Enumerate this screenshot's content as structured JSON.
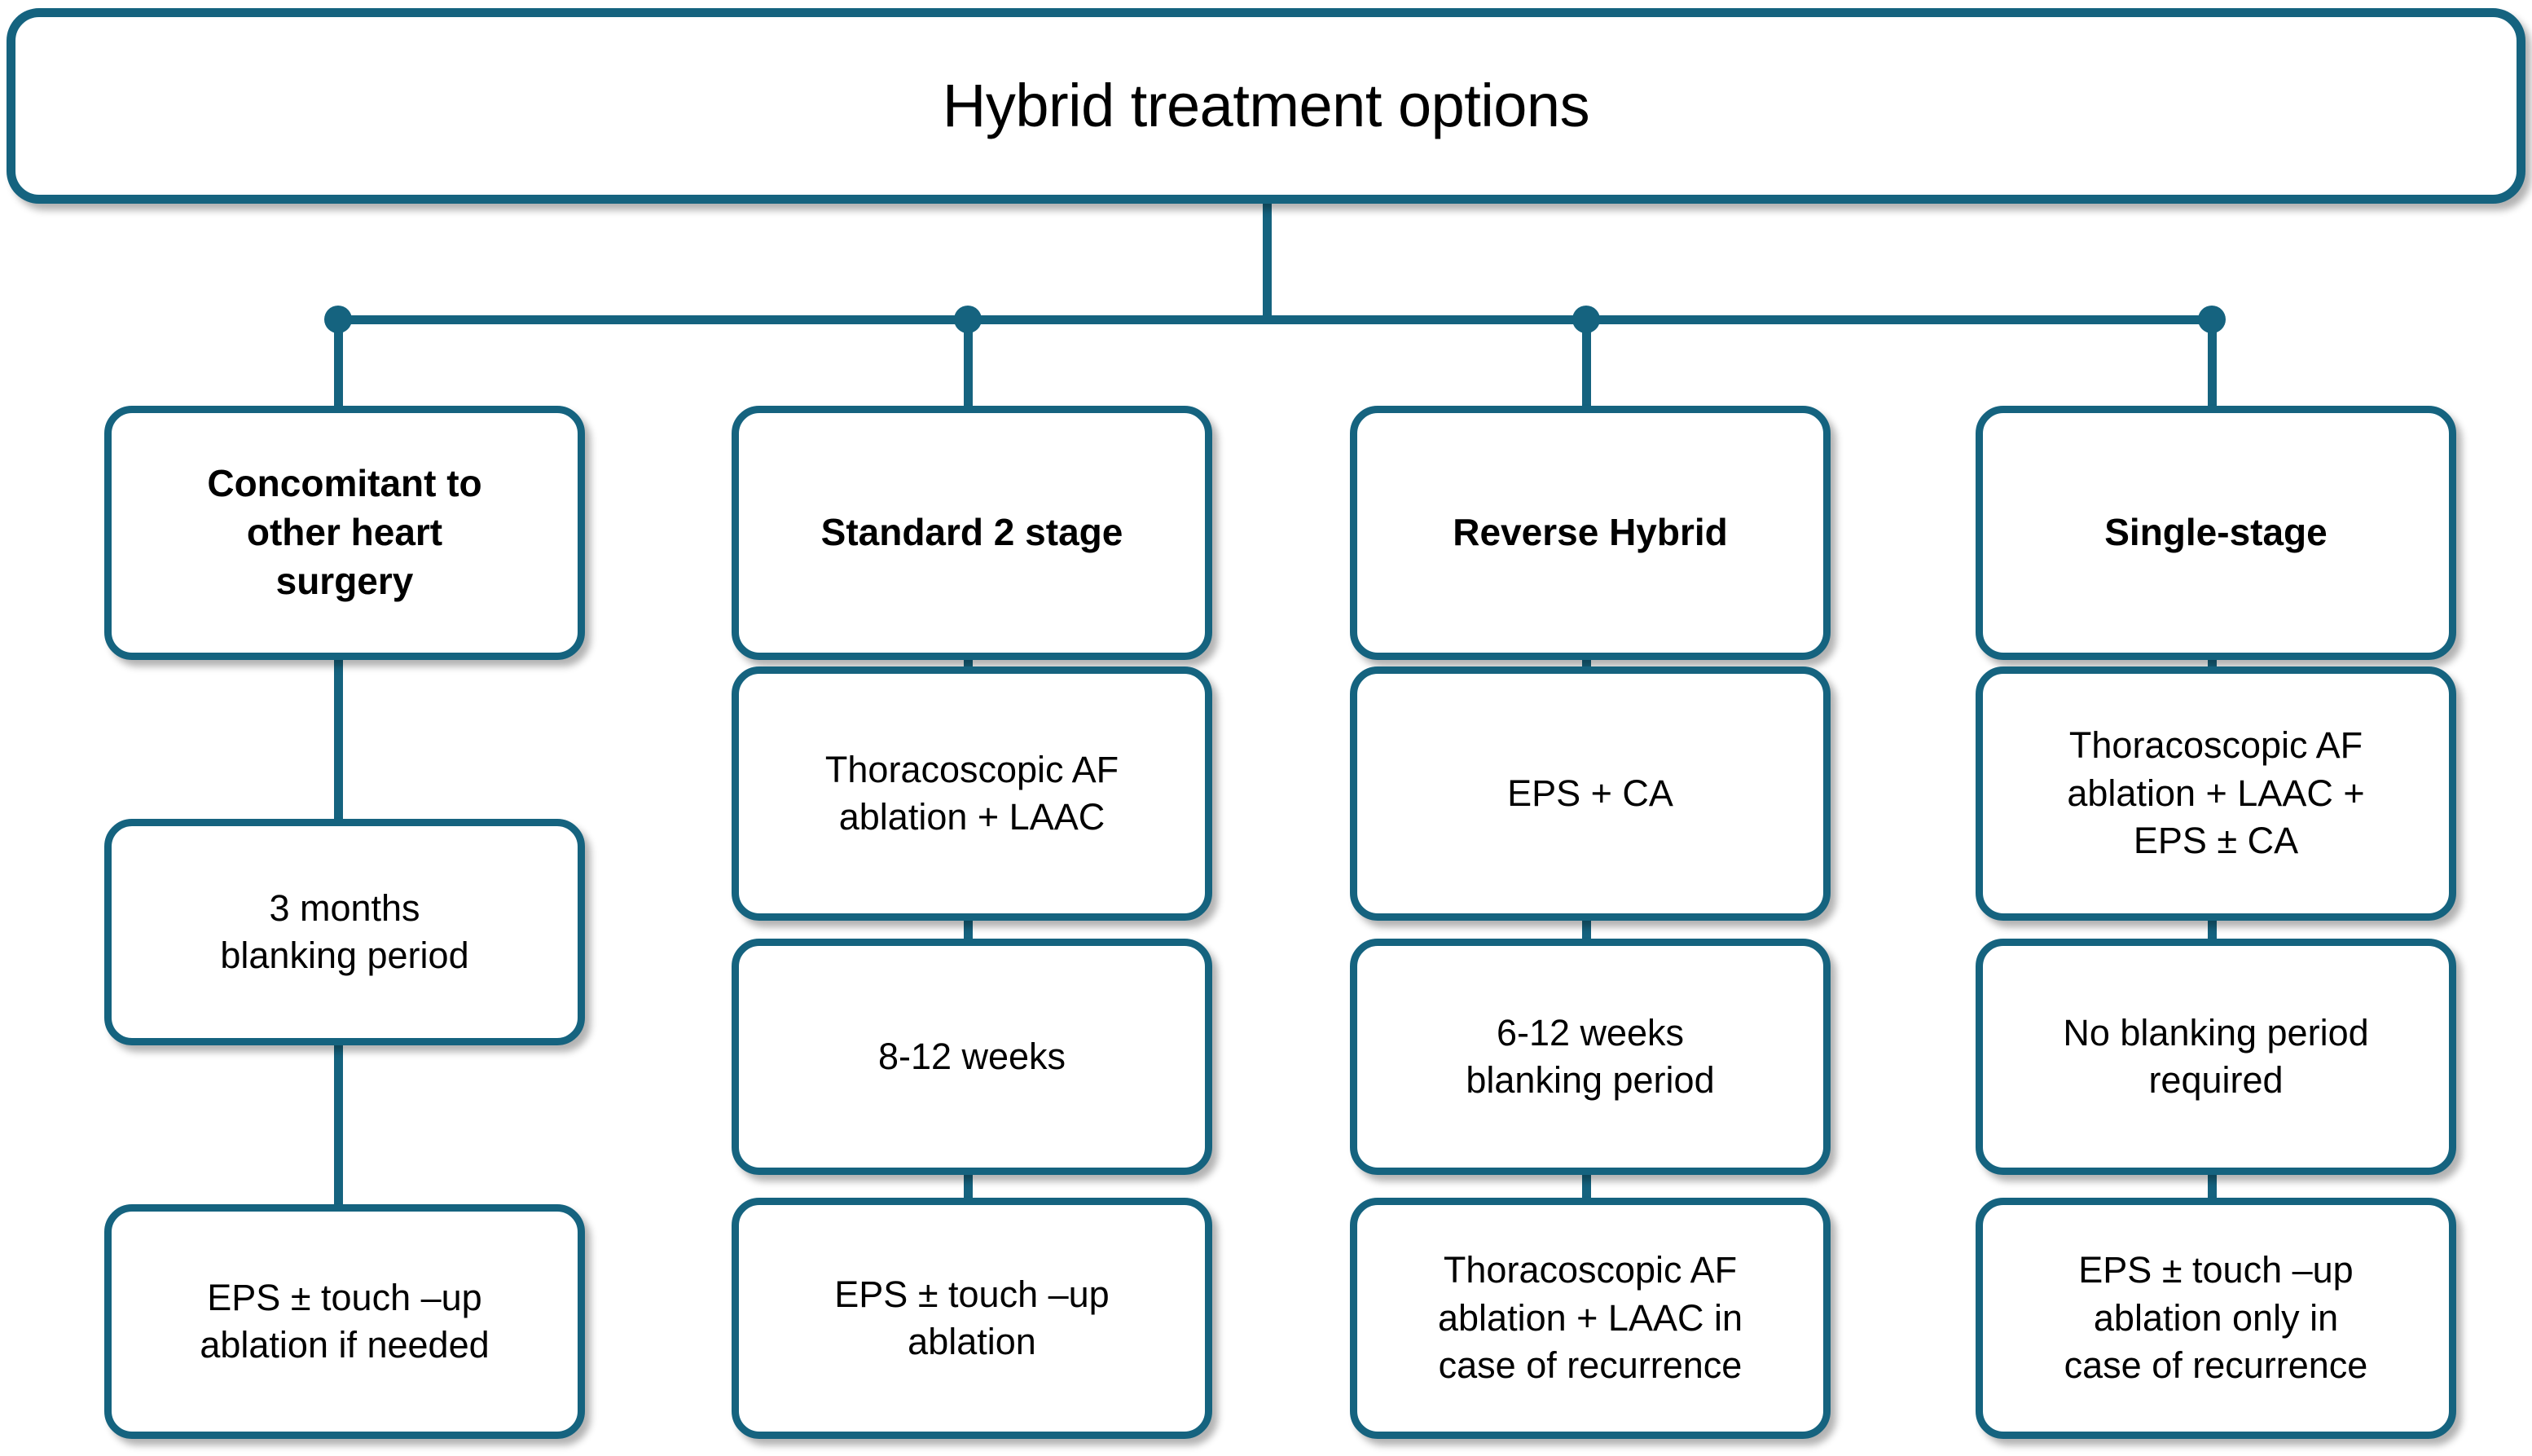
{
  "diagram": {
    "title": "Hybrid treatment options",
    "accent_color": "#15637f",
    "background_color": "#ffffff",
    "text_color": "#000000",
    "columns": [
      {
        "id": "concomitant",
        "header": "Concomitant to\nother heart\nsurgery",
        "steps": [
          "3 months\nblanking period",
          "EPS ± touch –up\nablation if needed"
        ]
      },
      {
        "id": "standard-2-stage",
        "header": "Standard  2 stage",
        "steps": [
          "Thoracoscopic AF\nablation + LAAC",
          "8-12 weeks",
          "EPS ± touch –up\nablation"
        ]
      },
      {
        "id": "reverse-hybrid",
        "header": "Reverse Hybrid",
        "steps": [
          "EPS + CA",
          "6-12 weeks\nblanking period",
          "Thoracoscopic AF\nablation + LAAC in\ncase of recurrence"
        ]
      },
      {
        "id": "single-stage",
        "header": "Single-stage",
        "steps": [
          "Thoracoscopic AF\nablation + LAAC +\nEPS ± CA",
          "No blanking period\nrequired",
          "EPS ± touch –up\nablation only in\ncase of recurrence"
        ]
      }
    ]
  }
}
